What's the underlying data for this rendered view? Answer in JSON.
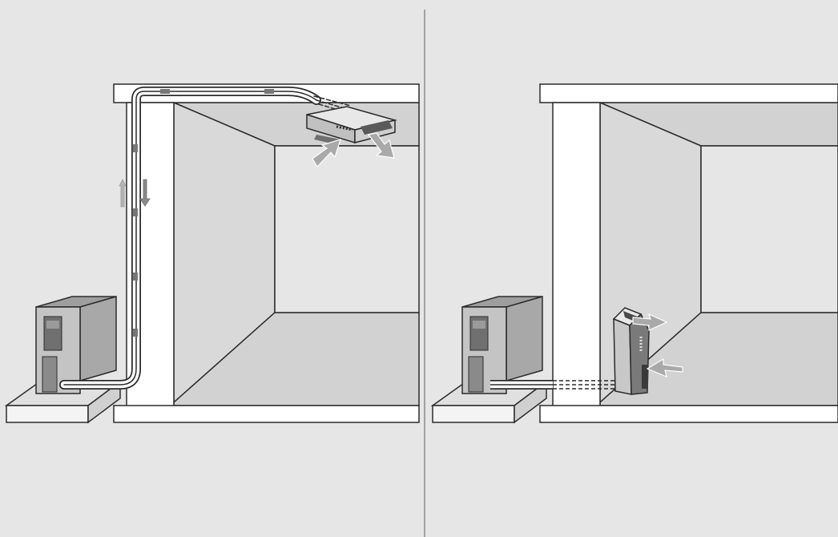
{
  "figure": {
    "panels": [
      {
        "id": "left",
        "scene": "ceiling-cassette-installation",
        "indoor_unit": "ceiling-mounted"
      },
      {
        "id": "right",
        "scene": "floor-console-installation",
        "indoor_unit": "floor-standing"
      }
    ],
    "colors": {
      "background": "#e6e6e6",
      "wall_shade": "#d2d2d2",
      "structure": "#ffffff",
      "outline": "#2b2b2b",
      "unit_body": "#b4b4b4",
      "unit_dark": "#5a5a5a",
      "airflow_arrow": "#a9a9a9",
      "refrigerant_flow_arrow": "#a0a0a0"
    },
    "icons": [
      "outdoor-unit-icon",
      "ceiling-indoor-unit-icon",
      "floor-indoor-unit-icon",
      "airflow-arrow-icon",
      "refrigerant-flow-arrow-icon"
    ]
  }
}
